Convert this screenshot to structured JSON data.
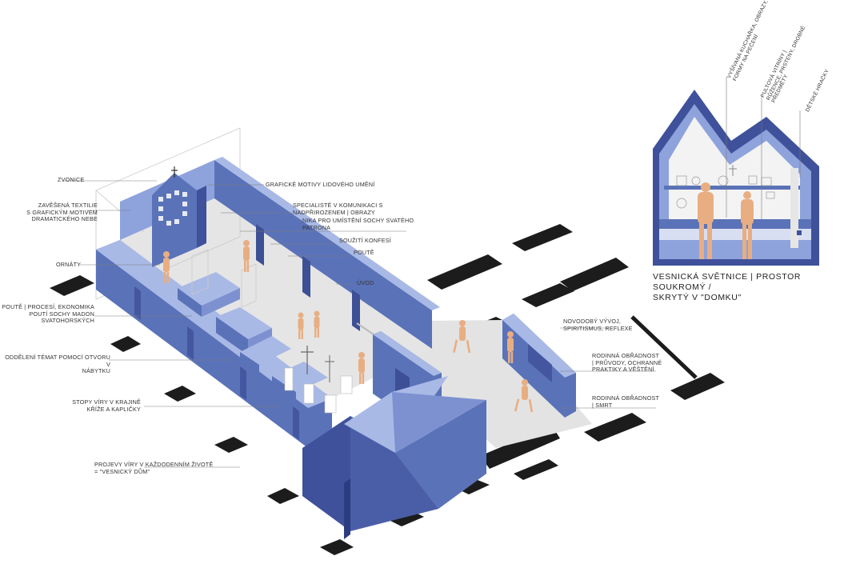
{
  "labels": {
    "zvonice": "ZVONICE",
    "textile": "ZAVĚŠENÁ TEXTILIE\nS GRAFICKÝM MOTIVEM\nDRAMATICKÉHO NEBE",
    "ornaty": "ORNÁTY",
    "pout": "POUTĚ | PROCESÍ, EKONOMIKA\nPOUTÍ SOCHY MADON\nSVATOHORSKÝCH",
    "oddeleni": "ODDĚLENÍ TÉMAT POMOCÍ OTVORU V\nNÁBYTKU",
    "stopy": "STOPY VÍRY V KRAJINĚ\nKŘÍŽE A KAPLIČKY",
    "projevy": "PROJEVY VÍRY V KAŽDODENNÍM ŽIVOTĚ\n=    \"VESNICKÝ DŮM\"",
    "graficke": "GRAFICKÉ MOTIVY LIDOVÉHO UMĚNÍ",
    "specialiste": "SPECIALISTÉ V KOMUNIKACI S\nNADPŘIROZENEM | OBRAZY",
    "nika": "NIKA PRO UMÍSTĚNÍ SOCHY SVATÉHO\nPATRONA",
    "souziti": "SOUŽITÍ KONFESÍ",
    "pouti": "POUTĚ",
    "uvod": "ÚVOD",
    "novodoby": "NOVODOBÝ VÝVOJ,\nSPIRITISMUS, REFLEXE",
    "rodinna1": "RODINNÁ OBŘADNOST\n| PRŮVODY, OCHRANNÉ\nPRAKTIKY A VĚŠTĚNÍ",
    "rodinna2": "RODINNÁ OBŘADNOST\n| SMRT",
    "vysivana": "VYŠÍVANÁ KUCHAŘKA, OBRAZY,\nFORMY NA PEČENÍ",
    "pultova": "PULTOVÁ VITRÍNY |\nRŮŽENCE, PRSTENY, DROBNÉ PŘEDMĚTY",
    "detske": "DĚTSKÉ HRAČKY"
  },
  "caption": "VESNICKÁ SVĚTNICE | PROSTOR SOUKROMÝ /\nSKRYTÝ V \"DOMKU\"",
  "colors": {
    "wall_side": "#5a72b8",
    "wall_top": "#a9b9e6",
    "wall_light": "#8ea2dc",
    "roof_dark": "#4456a0",
    "floor": "#e3e3e3",
    "figure": "#e8ae82",
    "shadow": "#1c1c1c"
  }
}
